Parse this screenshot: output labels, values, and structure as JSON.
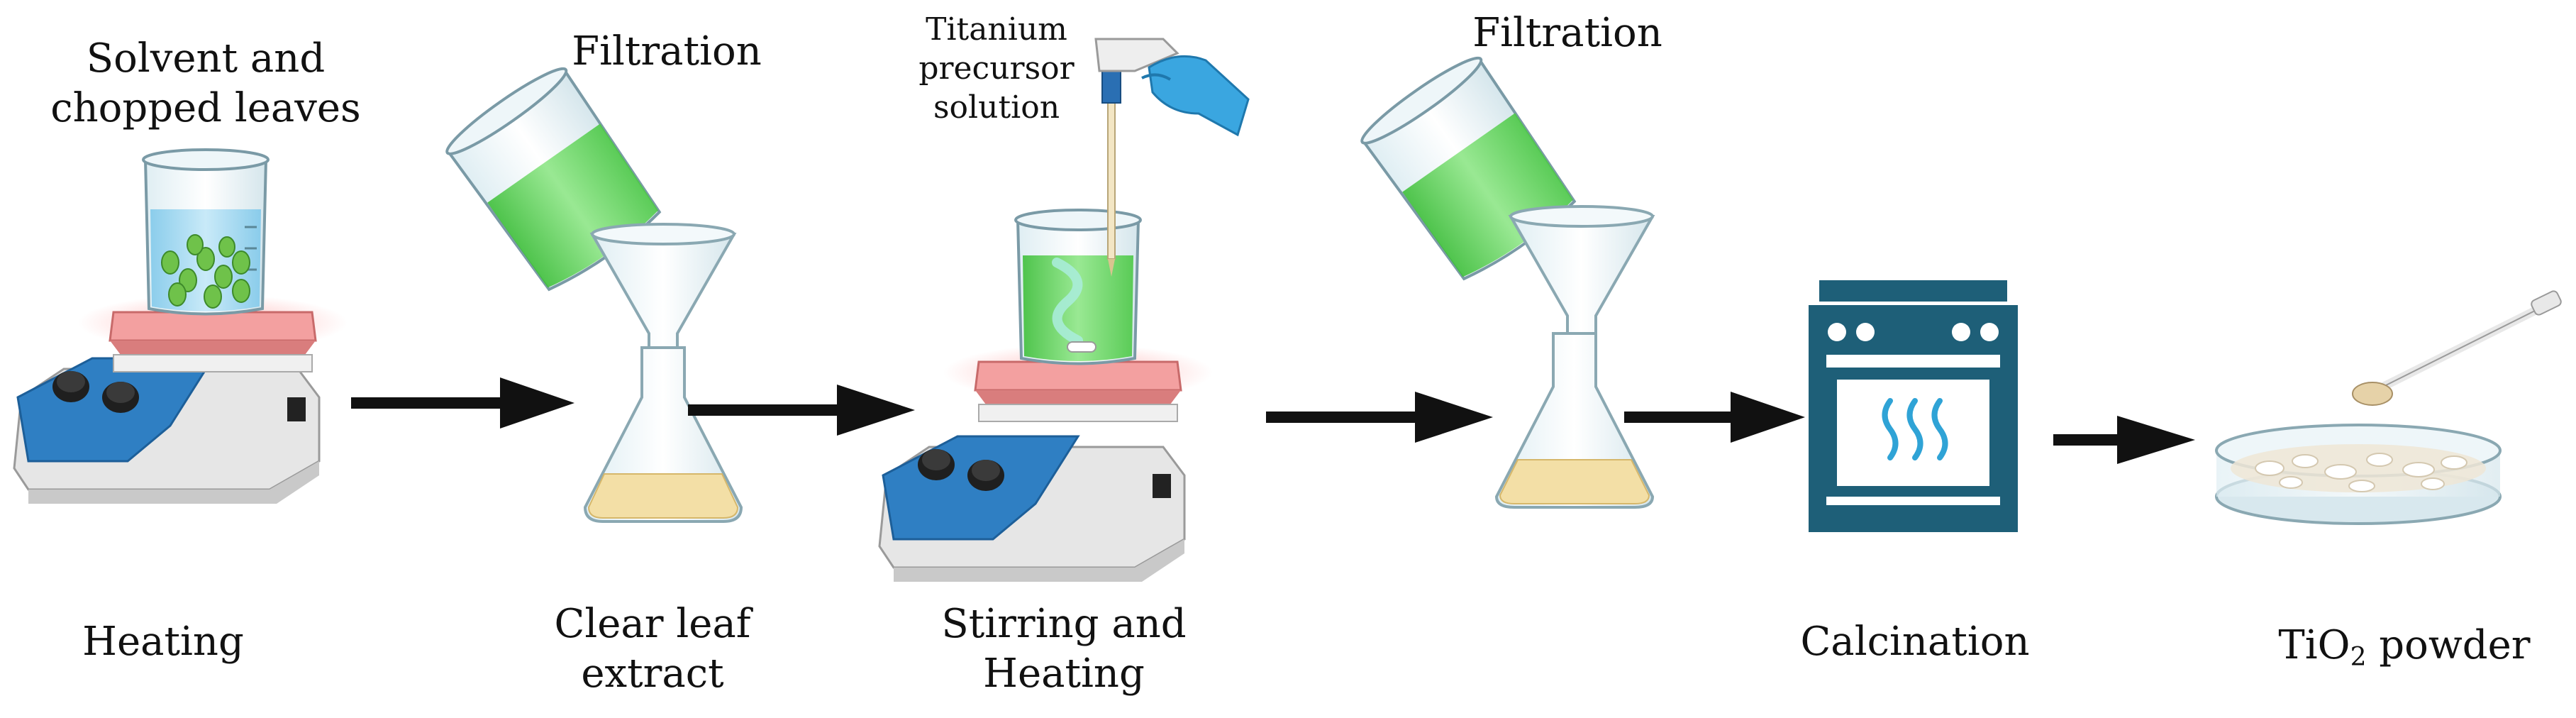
{
  "labels": {
    "step1_top_line1": "Solvent and",
    "step1_top_line2": "chopped leaves",
    "step1_bottom": "Heating",
    "step2_top": "Filtration",
    "step2_bottom_line1": "Clear leaf",
    "step2_bottom_line2": "extract",
    "step3_top_line1": "Titanium",
    "step3_top_line2": "precursor",
    "step3_top_line3": "solution",
    "step3_bottom_line1": "Stirring and",
    "step3_bottom_line2": "Heating",
    "step4_top": "Filtration",
    "step5_bottom": "Calcination",
    "step6_bottom_prefix": "TiO",
    "step6_bottom_sub": "2",
    "step6_bottom_suffix": " powder"
  },
  "colors": {
    "arrow": "#111111",
    "hotplate_body": "#e4e4e4",
    "hotplate_panel": "#2f7fc3",
    "hotplate_plate": "#f08f8f",
    "green_solution": "#5ed35a",
    "blue_solution": "#8fd0f0",
    "yellow_extract": "#f3dfa6",
    "oven": "#1e5f78",
    "glove": "#3aa6e0"
  },
  "icons": [
    "hotplate-icon",
    "beaker-icon",
    "leaf-icon",
    "funnel-icon",
    "erlenmeyer-flask-icon",
    "pipette-icon",
    "glove-icon",
    "oven-icon",
    "heat-waves-icon",
    "petri-dish-icon",
    "spatula-icon",
    "arrow-icon"
  ]
}
